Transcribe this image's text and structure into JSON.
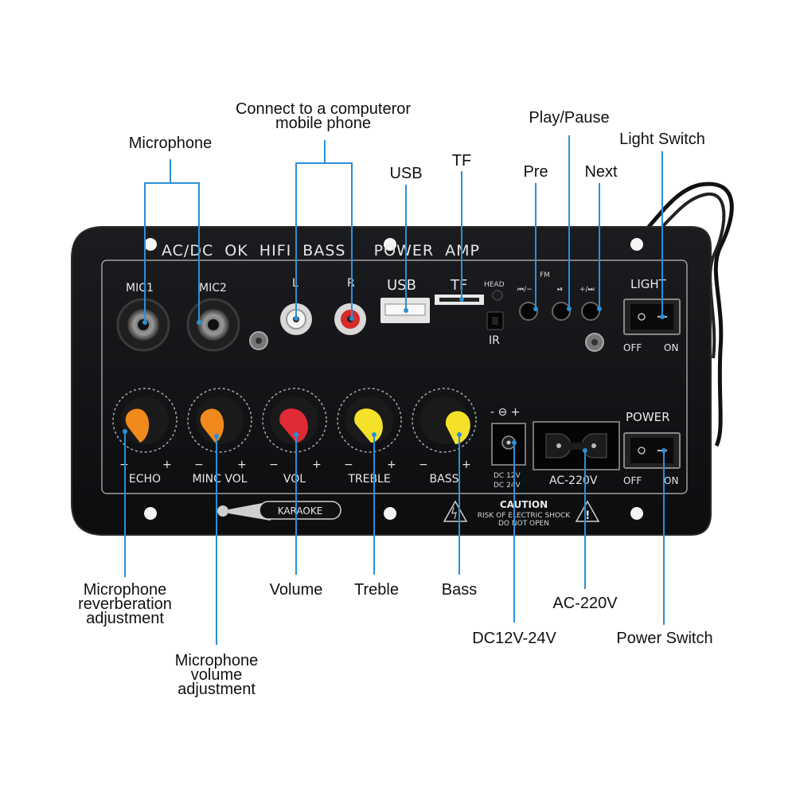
{
  "colors": {
    "panel": "#111214",
    "callout_line": "#2b8fd6",
    "knob_orange": "#f08a1c",
    "knob_red": "#e02a36",
    "knob_yellow": "#f5e12a"
  },
  "panel": {
    "header": "AC/DC  OK  HIFI  BASS     POWER  AMP",
    "mic1": "MIC1",
    "mic2": "MIC2",
    "rca_left": "L",
    "rca_right": "R",
    "usb": "USB",
    "tf": "TF",
    "head": "HEAD",
    "fm": "FM",
    "prev_button": "⏮/−",
    "play_button": "⏯",
    "next_button": "+/⏭",
    "ir": "IR",
    "light": "LIGHT",
    "light_off": "OFF",
    "light_on": "ON",
    "power": "POWER",
    "power_off": "OFF",
    "power_on": "ON",
    "knob_minus": "−",
    "knob_plus": "+",
    "knobs": [
      "ECHO",
      "MINC VOL",
      "VOL",
      "TREBLE",
      "BASS"
    ],
    "dc_symbol": "- ⊖ +",
    "dc_rating_1": "DC 12V",
    "dc_rating_2": "DC 24V",
    "ac_label": "AC-220V",
    "karaoke": "KARAOKE",
    "caution_title": "CAUTION",
    "caution_line1": "RISK OF ELECTRIC SHOCK",
    "caution_line2": "DO NOT OPEN"
  },
  "callouts": {
    "connect_line1": "Connect to a computeror",
    "connect_line2": "mobile phone",
    "microphone": "Microphone",
    "usb": "USB",
    "tf": "TF",
    "play_pause": "Play/Pause",
    "light_switch": "Light Switch",
    "pre": "Pre",
    "next": "Next",
    "reverb_line1": "Microphone",
    "reverb_line2": "reverberation",
    "reverb_line3": "adjustment",
    "volume": "Volume",
    "treble": "Treble",
    "bass": "Bass",
    "ac": "AC-220V",
    "dc": "DC12V-24V",
    "power_switch": "Power Switch",
    "micvol_line1": "Microphone",
    "micvol_line2": "volume",
    "micvol_line3": "adjustment"
  }
}
